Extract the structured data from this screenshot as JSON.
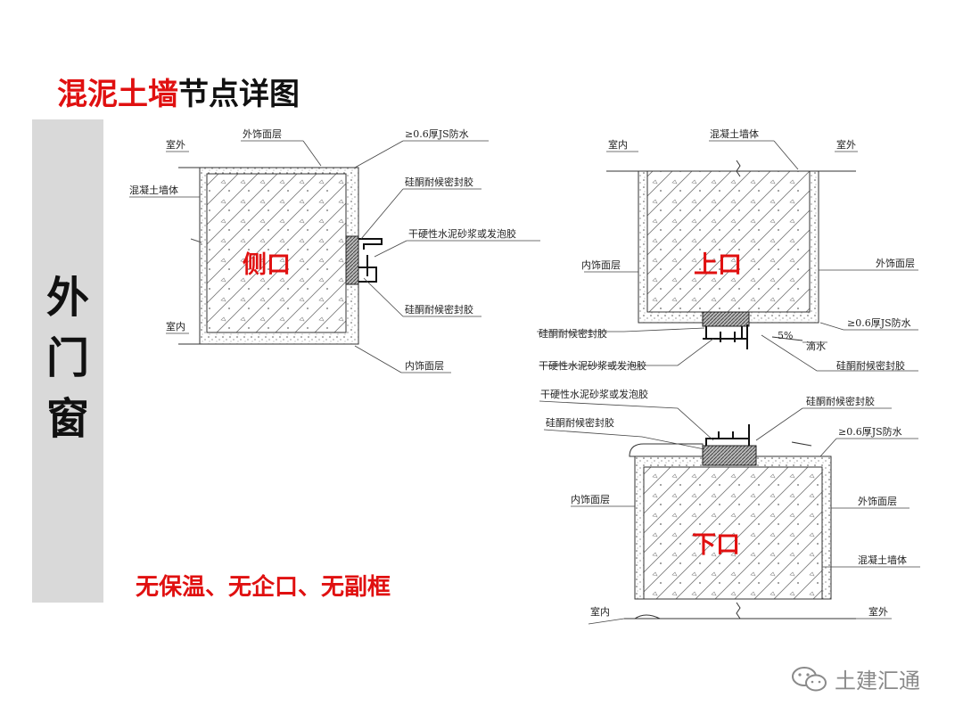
{
  "header": {
    "title_red": "混泥土墙",
    "title_black": "节点详图"
  },
  "sidebar": {
    "chars": [
      "外",
      "门",
      "窗"
    ]
  },
  "side_detail": {
    "label": "侧口",
    "annotations": {
      "outside": "室外",
      "inside": "室内",
      "wall": "混凝土墙体",
      "ext_finish": "外饰面层",
      "waterproof": "≥0.6厚JS防水",
      "sealant_top": "硅酮耐候密封胶",
      "mortar": "干硬性水泥砂浆或发泡胶",
      "sealant_bottom": "硅酮耐候密封胶",
      "int_finish": "内饰面层"
    }
  },
  "top_detail": {
    "label": "上口",
    "annotations": {
      "inside": "室内",
      "outside": "室外",
      "wall": "混凝土墙体",
      "int_finish": "内饰面层",
      "ext_finish": "外饰面层",
      "waterproof": "≥0.6厚JS防水",
      "sealant_left": "硅酮耐候密封胶",
      "slope": "5%",
      "drip": "滴水",
      "mortar": "干硬性水泥砂浆或发泡胶",
      "sealant_right": "硅酮耐候密封胶"
    }
  },
  "bottom_detail": {
    "label": "下口",
    "annotations": {
      "mortar": "干硬性水泥砂浆或发泡胶",
      "sealant_right": "硅酮耐候密封胶",
      "sealant_left": "硅酮耐候密封胶",
      "waterproof": "≥0.6厚JS防水",
      "int_finish": "内饰面层",
      "ext_finish": "外饰面层",
      "wall": "混凝土墙体",
      "inside": "室内",
      "outside": "室外"
    }
  },
  "note": "无保温、无企口、无副框",
  "watermark": {
    "text": "土建汇通",
    "icon": "wechat-icon"
  }
}
